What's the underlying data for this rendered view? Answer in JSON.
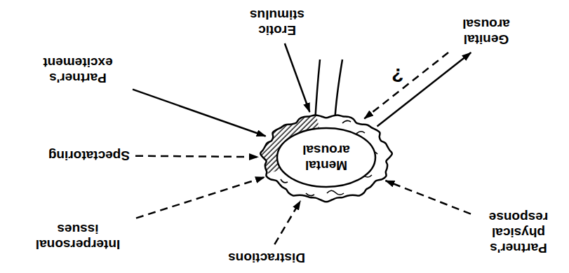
{
  "diagram": {
    "nodes": [
      {
        "text": [
          "Partner's physical response"
        ]
      },
      {
        "text": [
          "Distractions"
        ]
      },
      {
        "text": [
          "Interpersonal issues"
        ]
      },
      {
        "text": [
          "Mental arousal"
        ]
      },
      {
        "text": [
          "Spectatoring"
        ]
      },
      {
        "text": [
          "Partner's excitement"
        ]
      },
      {
        "text": [
          "Genital arousal"
        ]
      },
      {
        "text": [
          "Erotic stimulus"
        ]
      }
    ],
    "edges": [
      {
        "from": 0,
        "to": 3,
        "arrow": "to"
      },
      {
        "from": 1,
        "to": 3,
        "arrow": "to"
      },
      {
        "from": 2,
        "to": 3,
        "arrow": "to"
      },
      {
        "from": 4,
        "to": 3,
        "arrow": "to"
      },
      {
        "from": 5,
        "to": 3,
        "arrow": "to"
      },
      {
        "from": 7,
        "to": 3,
        "arrow": "to"
      },
      {
        "from": 3,
        "to": 6,
        "arrow": "to"
      },
      {
        "from": 6,
        "to": 3,
        "label": "?",
        "arrow": "to"
      }
    ]
  }
}
